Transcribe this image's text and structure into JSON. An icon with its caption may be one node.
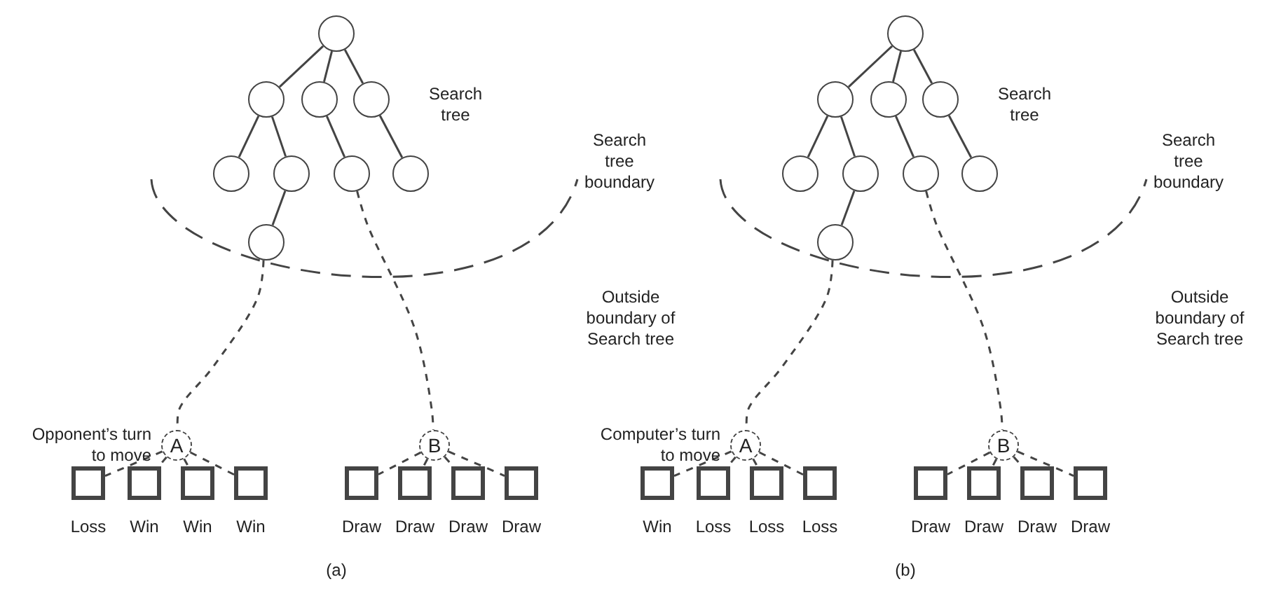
{
  "diagram": {
    "nodes": [
      {
        "text": [],
        "shape": "circle"
      },
      {
        "text": [],
        "shape": "circle"
      },
      {
        "text": [],
        "shape": "circle"
      },
      {
        "text": [],
        "shape": "circle"
      },
      {
        "text": [],
        "shape": "circle"
      },
      {
        "text": [],
        "shape": "circle"
      },
      {
        "text": [],
        "shape": "circle"
      },
      {
        "text": [],
        "shape": "circle"
      },
      {
        "text": [],
        "shape": "circle"
      },
      {
        "text": [
          "A"
        ]
      },
      {
        "text": [
          "B"
        ]
      },
      {
        "text": [],
        "shape": "box",
        "beside": [
          "Loss"
        ]
      },
      {
        "text": [],
        "shape": "box",
        "beside": [
          "Win"
        ]
      },
      {
        "text": [],
        "shape": "box",
        "beside": [
          "Win"
        ]
      },
      {
        "text": [],
        "shape": "box",
        "beside": [
          "Win"
        ]
      },
      {
        "text": [],
        "shape": "box",
        "beside": [
          "Draw"
        ]
      },
      {
        "text": [],
        "shape": "box",
        "beside": [
          "Draw"
        ]
      },
      {
        "text": [],
        "shape": "box",
        "beside": [
          "Draw"
        ]
      },
      {
        "text": [],
        "shape": "box",
        "beside": [
          "Draw"
        ]
      },
      {
        "text": [],
        "shape": "circle"
      },
      {
        "text": [],
        "shape": "circle"
      },
      {
        "text": [],
        "shape": "circle"
      },
      {
        "text": [],
        "shape": "circle"
      },
      {
        "text": [],
        "shape": "circle"
      },
      {
        "text": [],
        "shape": "circle"
      },
      {
        "text": [],
        "shape": "circle"
      },
      {
        "text": [],
        "shape": "circle"
      },
      {
        "text": [],
        "shape": "circle"
      },
      {
        "text": [
          "A"
        ]
      },
      {
        "text": [
          "B"
        ]
      },
      {
        "text": [],
        "shape": "box",
        "beside": [
          "Win"
        ]
      },
      {
        "text": [],
        "shape": "box",
        "beside": [
          "Loss"
        ]
      },
      {
        "text": [],
        "shape": "box",
        "beside": [
          "Loss"
        ]
      },
      {
        "text": [],
        "shape": "box",
        "beside": [
          "Loss"
        ]
      },
      {
        "text": [],
        "shape": "box",
        "beside": [
          "Draw"
        ]
      },
      {
        "text": [],
        "shape": "box",
        "beside": [
          "Draw"
        ]
      },
      {
        "text": [],
        "shape": "box",
        "beside": [
          "Draw"
        ]
      },
      {
        "text": [],
        "shape": "box",
        "beside": [
          "Draw"
        ]
      }
    ],
    "edges": [
      {
        "from": 0,
        "to": 1,
        "arrow": "none"
      },
      {
        "from": 0,
        "to": 2,
        "arrow": "none"
      },
      {
        "from": 0,
        "to": 3,
        "arrow": "none"
      },
      {
        "from": 1,
        "to": 4,
        "arrow": "none"
      },
      {
        "from": 1,
        "to": 5,
        "arrow": "none"
      },
      {
        "from": 2,
        "to": 6,
        "arrow": "none"
      },
      {
        "from": 3,
        "to": 7,
        "arrow": "none"
      },
      {
        "from": 5,
        "to": 8,
        "arrow": "none"
      },
      {
        "from": 8,
        "to": 9,
        "arrow": "none",
        "style": "dashed"
      },
      {
        "from": 6,
        "to": 10,
        "arrow": "none",
        "style": "dashed"
      },
      {
        "from": 9,
        "to": 11,
        "arrow": "none",
        "style": "dashed"
      },
      {
        "from": 9,
        "to": 12,
        "arrow": "none",
        "style": "dashed"
      },
      {
        "from": 9,
        "to": 13,
        "arrow": "none",
        "style": "dashed"
      },
      {
        "from": 9,
        "to": 14,
        "arrow": "none",
        "style": "dashed"
      },
      {
        "from": 10,
        "to": 15,
        "arrow": "none",
        "style": "dashed"
      },
      {
        "from": 10,
        "to": 16,
        "arrow": "none",
        "style": "dashed"
      },
      {
        "from": 10,
        "to": 17,
        "arrow": "none",
        "style": "dashed"
      },
      {
        "from": 10,
        "to": 18,
        "arrow": "none",
        "style": "dashed"
      },
      {
        "from": 19,
        "to": 20,
        "arrow": "none"
      },
      {
        "from": 19,
        "to": 21,
        "arrow": "none"
      },
      {
        "from": 19,
        "to": 22,
        "arrow": "none"
      },
      {
        "from": 20,
        "to": 23,
        "arrow": "none"
      },
      {
        "from": 20,
        "to": 24,
        "arrow": "none"
      },
      {
        "from": 21,
        "to": 25,
        "arrow": "none"
      },
      {
        "from": 22,
        "to": 26,
        "arrow": "none"
      },
      {
        "from": 24,
        "to": 27,
        "arrow": "none"
      },
      {
        "from": 27,
        "to": 28,
        "arrow": "none",
        "style": "dashed"
      },
      {
        "from": 25,
        "to": 29,
        "arrow": "none",
        "style": "dashed"
      },
      {
        "from": 28,
        "to": 30,
        "arrow": "none",
        "style": "dashed"
      },
      {
        "from": 28,
        "to": 31,
        "arrow": "none",
        "style": "dashed"
      },
      {
        "from": 28,
        "to": 32,
        "arrow": "none",
        "style": "dashed"
      },
      {
        "from": 28,
        "to": 33,
        "arrow": "none",
        "style": "dashed"
      },
      {
        "from": 29,
        "to": 34,
        "arrow": "none",
        "style": "dashed"
      },
      {
        "from": 29,
        "to": 35,
        "arrow": "none",
        "style": "dashed"
      },
      {
        "from": 29,
        "to": 36,
        "arrow": "none",
        "style": "dashed"
      },
      {
        "from": 29,
        "to": 37,
        "arrow": "none",
        "style": "dashed"
      }
    ],
    "labels": [
      "Search tree",
      "Search tree boundary",
      "Outside boundary of Search tree",
      "Opponent’s turn to move",
      "(a)",
      "Search tree",
      "Search tree boundary",
      "Outside boundary of Search tree",
      "Computer’s turn to move",
      "(b)"
    ]
  }
}
